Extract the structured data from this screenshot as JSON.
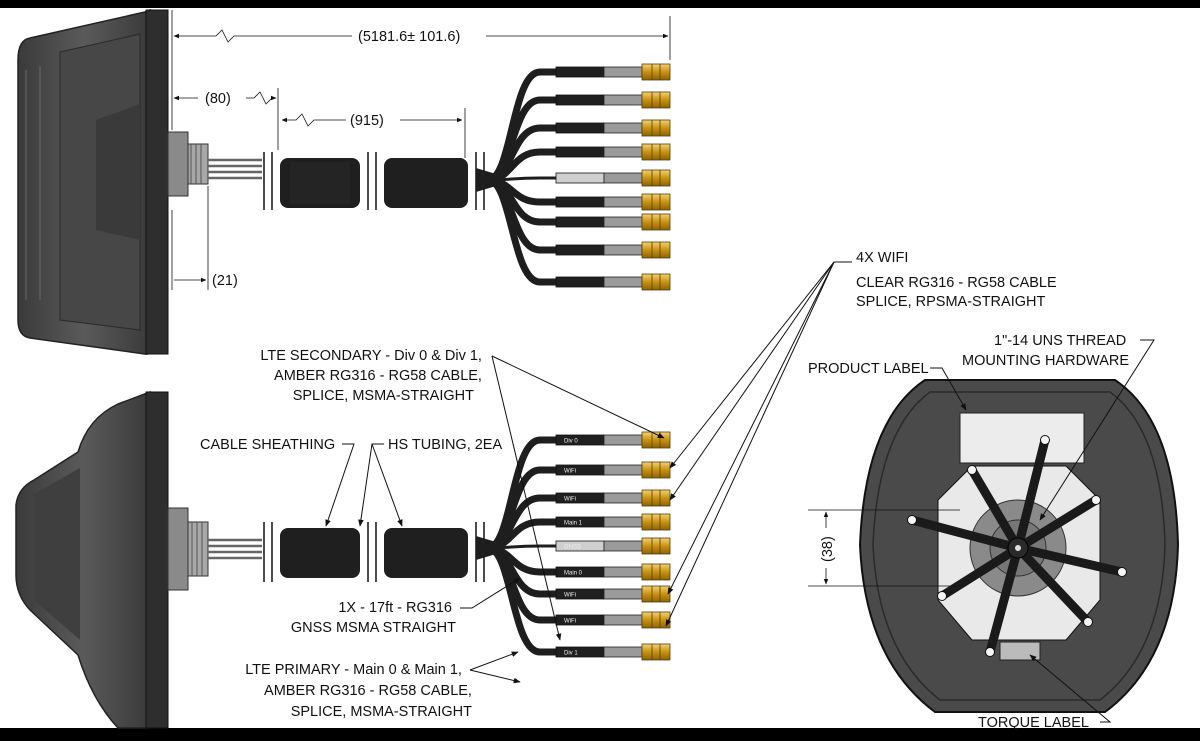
{
  "dimensions": {
    "overall": "(5181.6± 101.6)",
    "d80": "(80)",
    "d915": "(915)",
    "d21": "(21)",
    "d38": "(38)"
  },
  "callouts": {
    "wifi": [
      "4X WIFI",
      "CLEAR RG316 - RG58 CABLE",
      "SPLICE, RPSMA-STRAIGHT"
    ],
    "lte_secondary": [
      "LTE SECONDARY - Div 0 & Div 1,",
      "AMBER RG316 - RG58 CABLE,",
      "SPLICE, MSMA-STRAIGHT"
    ],
    "cable_sheathing": "CABLE SHEATHING",
    "hs_tubing": "HS TUBING, 2EA",
    "gnss": [
      "1X - 17ft - RG316",
      "GNSS MSMA STRAIGHT"
    ],
    "lte_primary": [
      "LTE PRIMARY - Main 0 & Main 1,",
      "AMBER RG316 - RG58 CABLE,",
      "SPLICE, MSMA-STRAIGHT"
    ],
    "product_label": "PRODUCT LABEL",
    "thread": [
      "1\"-14 UNS THREAD",
      "MOUNTING HARDWARE"
    ],
    "torque_label": "TORQUE LABEL"
  },
  "lower_cable_tags": [
    "Div 0",
    "WiFi",
    "WiFi",
    "Main 1",
    "GNSS",
    "Main 0",
    "WiFi",
    "WiFi",
    "Div 1"
  ],
  "colors": {
    "body": "#4a4a4a",
    "body_dark": "#2c2c2c",
    "cable": "#1e1e1e",
    "connector": "#d4a017",
    "background": "#ffffff"
  }
}
